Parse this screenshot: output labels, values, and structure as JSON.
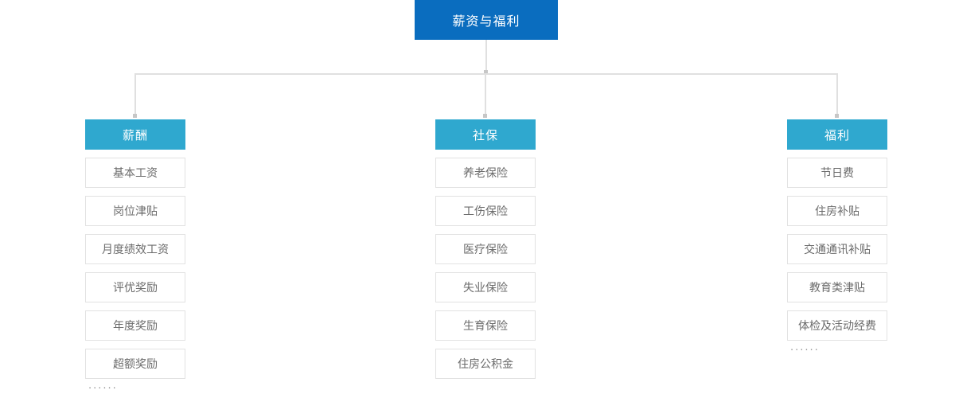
{
  "diagram": {
    "type": "tree",
    "title_node": {
      "label": "薪资与福利",
      "color": "#0a6dbf",
      "text_color": "#ffffff"
    },
    "branch_color": "#2fa8cf",
    "leaf_border_color": "#e2e2e2",
    "leaf_text_color": "#6b6b6b",
    "connector_color": "#e0e0e0",
    "ellipsis_glyph": "······",
    "branches": [
      {
        "header": "薪酬",
        "items": [
          "基本工资",
          "岗位津贴",
          "月度绩效工资",
          "评优奖励",
          "年度奖励",
          "超额奖励"
        ],
        "has_ellipsis": true
      },
      {
        "header": "社保",
        "items": [
          "养老保险",
          "工伤保险",
          "医疗保险",
          "失业保险",
          "生育保险",
          "住房公积金"
        ],
        "has_ellipsis": false
      },
      {
        "header": "福利",
        "items": [
          "节日费",
          "住房补贴",
          "交通通讯补贴",
          "教育类津贴",
          "体检及活动经费"
        ],
        "has_ellipsis": true
      }
    ]
  }
}
